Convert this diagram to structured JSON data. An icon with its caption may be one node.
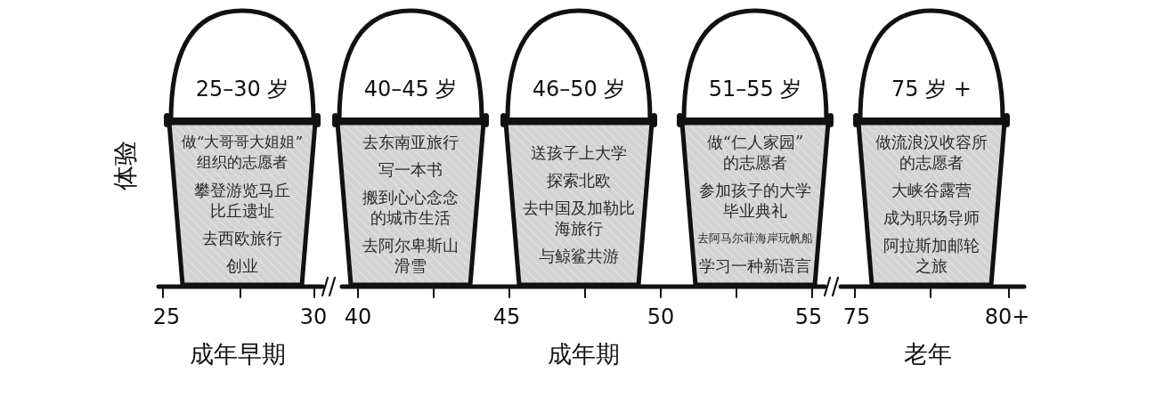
{
  "diagram": {
    "nodes": [
      {
        "text": [
          "25–30 岁",
          "做“大哥哥大姐姐”组织的志愿者",
          "攀登游览马丘比丘遗址",
          "去西欧旅行",
          "创业"
        ]
      },
      {
        "text": [
          "40–45 岁",
          "去东南亚旅行",
          "写一本书",
          "搬到心心念念的城市生活",
          "去阿尔卑斯山滑雪"
        ]
      },
      {
        "text": [
          "46–50 岁",
          "送孩子上大学",
          "探索北欧",
          "去中国及加勒比海旅行",
          "与鲸鲨共游"
        ]
      },
      {
        "text": [
          "51–55 岁",
          "做“仁人家园”的志愿者",
          "参加孩子的大学毕业典礼",
          "去阿马尔菲海岸玩帆船",
          "学习一种新语言"
        ]
      },
      {
        "text": [
          "75 岁 +",
          "做流浪汉收容所的志愿者",
          "大峡谷露营",
          "成为职场导师",
          "阿拉斯加邮轮之旅"
        ]
      }
    ],
    "labels": [
      "体验",
      "25",
      "30",
      "40",
      "45",
      "50",
      "55",
      "75",
      "80+",
      "成年早期",
      "成年期",
      "老年"
    ]
  }
}
